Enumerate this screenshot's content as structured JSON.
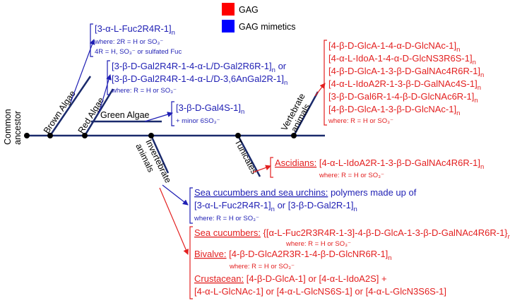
{
  "legend": {
    "items": [
      {
        "label": "GAG",
        "color": "#ff0000"
      },
      {
        "label": "GAG mimetics",
        "color": "#0000ff"
      }
    ]
  },
  "root_label": [
    "Common",
    "ancestor"
  ],
  "branches": {
    "brown_algae": "Brown Algae",
    "red_algae": "Red Algae",
    "green_algae": "Green Algae",
    "vertebrate_animals": [
      "Vertebrate",
      "animals"
    ],
    "invertebrate_animals": [
      "Invertebrate",
      "animals"
    ],
    "tunicates": "Tunicates"
  },
  "brown_algae_box": {
    "formula": "[3-α-L-Fuc2R4R-1]",
    "subscript": "n",
    "note1": "where: 2R = H or SO₃⁻",
    "note2": "4R = H, SO₃⁻ or sulfated Fuc"
  },
  "red_algae_box": {
    "line1": "[3-β-D-Gal2R4R-1-4-α-L/D-Gal2R6R-1]",
    "line1_sub": "n",
    "line1_tail": " or",
    "line2": "[3-β-D-Gal2R4R-1-4-α-L/D-3,6AnGal2R-1]",
    "line2_sub": "n",
    "note": "where: R = H or SO₃⁻"
  },
  "green_algae_box": {
    "formula": "[3-β-D-Gal4S-1]",
    "subscript": "n",
    "note": "+ minor 6SO₃⁻"
  },
  "vertebrate_box": {
    "lines": [
      "[4-β-D-GlcA-1-4-α-D-GlcNAc-1]",
      "[4-α-L-IdoA-1-4-α-D-GlcNS3R6S-1]",
      "[4-β-D-GlcA-1-3-β-D-GalNAc4R6R-1]",
      "[4-α-L-IdoA2R-1-3-β-D-GalNAc4S-1]",
      "[3-β-D-Gal6R-1-4-β-D-GlcNAc6R-1]",
      "[4-β-D-GlcA-1-3-β-D-GlcNAc-1]"
    ],
    "subscript": "n",
    "note": "where: R = H or SO₃⁻"
  },
  "ascidians_box": {
    "label": "Ascidians:",
    "formula": " [4-α-L-IdoA2R-1-3-β-D-GalNAc4R6R-1]",
    "subscript": "n",
    "note": "where: R = H or SO₃⁻"
  },
  "sea_cucumber_urchin_box": {
    "label": "Sea cucumbers and sea urchins:",
    "text": " polymers made up of",
    "line2a": "[3-α-L-Fuc2R4R-1]",
    "line2_sub": "n",
    "line2_or": " or ",
    "line2b": "[3-β-D-Gal2R-1]",
    "note": "where: R = H or SO₃⁻"
  },
  "invertebrate_gag_box": {
    "sea_cucumbers_label": "Sea cucumbers:",
    "sea_cucumbers_formula": " {[α-L-Fuc2R3R4R-1-3]-4-β-D-GlcA-1-3-β-D-GalNAc4R6R-1}",
    "sea_cucumbers_sub": "n",
    "sea_cucumbers_note": "where: R = H or SO₃⁻",
    "bivalve_label": "Bivalve:",
    "bivalve_formula": " [4-β-D-GlcA2R3R-1-4-β-D-GlcNR6R-1]",
    "bivalve_sub": "n",
    "bivalve_note": "where: R = H or SO₃⁻",
    "crustacean_label": "Crustacean:",
    "crustacean_line1": " [4-β-D-GlcA-1] or [4-α-L-IdoA2S] +",
    "crustacean_line2": "[4-α-L-GlcNAc-1] or [4-α-L-GlcNS6S-1] or [4-α-L-GlcN3S6S-1]"
  }
}
